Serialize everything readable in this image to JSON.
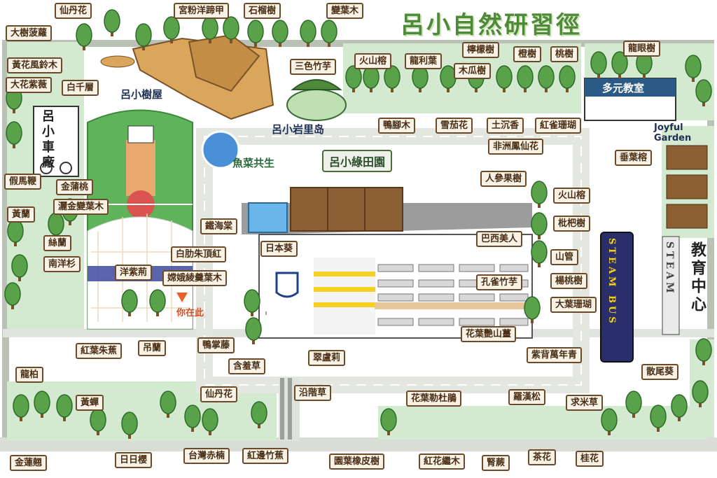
{
  "title": "呂小自然研習徑",
  "zones": {
    "treehouse": "呂小樹屋",
    "garage": "呂小車廠",
    "mosque": "呂小岩里岛",
    "aquaponics": "魚菜共生",
    "green_farm": "呂小綠田園",
    "classroom": "多元教室",
    "joyful_garden": "Joyful Garden",
    "education_centre": "教育中心",
    "steam": "STEAM",
    "bus": "STEAM BUS",
    "you_are_here": "你在此"
  },
  "labels": [
    "仙丹花",
    "宮粉洋蹄甲",
    "石榴樹",
    "變葉木",
    "大樹菠蘿",
    "黃花風鈴木",
    "大花紫薇",
    "白千層",
    "三色竹芋",
    "火山榕",
    "龍利葉",
    "檸檬樹",
    "橙樹",
    "桃樹",
    "龍眼樹",
    "木瓜樹",
    "鴨腳木",
    "雪茄花",
    "土沉香",
    "紅雀珊瑚",
    "非洲鳳仙花",
    "垂葉榕",
    "假馬鞭",
    "金蒲桃",
    "黃蘭",
    "灑金變葉木",
    "人參果樹",
    "火山榕",
    "枇杷樹",
    "鐵海棠",
    "白肋朱頂紅",
    "絲蘭",
    "巴西美人",
    "日本葵",
    "南洋杉",
    "洋紫荊",
    "嫦娥綾羹葉木",
    "山管",
    "孔雀竹芋",
    "楊桃樹",
    "大葉珊瑚",
    "紅葉朱蕉",
    "吊蘭",
    "花葉艷山薑",
    "鴨掌藤",
    "紫背萬年青",
    "含羞草",
    "翠盧莉",
    "散尾葵",
    "龍柏",
    "沿階草",
    "仙丹花",
    "羅漢松",
    "花葉勒杜鵑",
    "求米草",
    "黃蟬",
    "金蓮翹",
    "日日櫻",
    "台灣赤楠",
    "紅邊竹蕉",
    "園葉橡皮樹",
    "紅花繼木",
    "腎蕨",
    "茶花",
    "桂花"
  ],
  "colors": {
    "tree": "#5aa24a",
    "tree_dark": "#3f8a36",
    "grass": "#cfe7bf",
    "road": "#e9ede6",
    "court": "#5fb35a",
    "building_roof": "#8e8e8e",
    "label_bg": "#f8f2e6",
    "label_border": "#6b4a2b",
    "title": "#4f8a3a"
  }
}
